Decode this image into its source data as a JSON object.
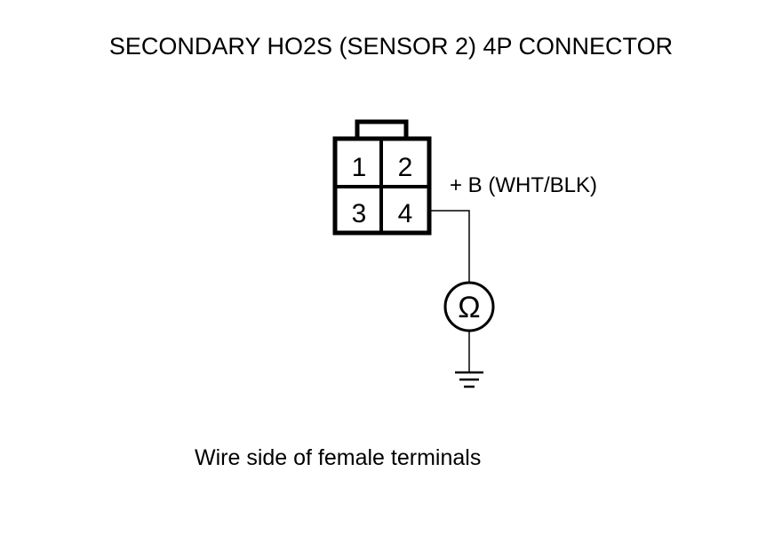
{
  "title": "SECONDARY HO2S (SENSOR 2) 4P CONNECTOR",
  "caption": "Wire side of female terminals",
  "connector": {
    "terminals": [
      {
        "number": "1"
      },
      {
        "number": "2"
      },
      {
        "number": "3"
      },
      {
        "number": "4"
      }
    ],
    "wire_label": "+ B (WHT/BLK)"
  },
  "meter": {
    "symbol": "Ω",
    "icon": "ohmmeter-icon"
  },
  "ground": {
    "icon": "ground-icon"
  }
}
